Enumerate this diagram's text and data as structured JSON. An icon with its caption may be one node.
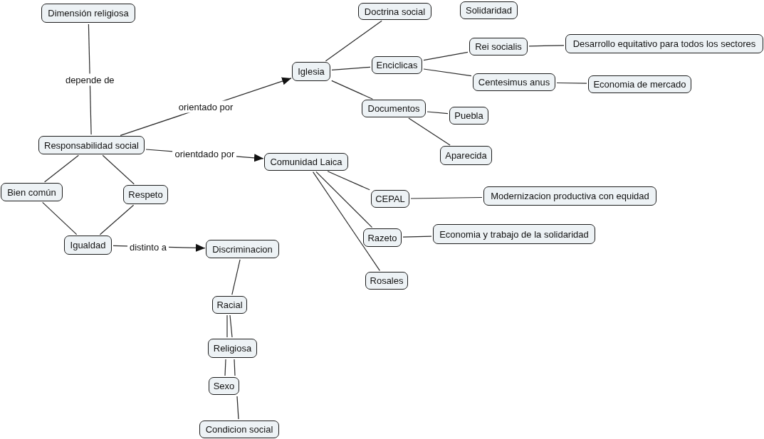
{
  "diagram": {
    "nodes": [
      {
        "text": [
          "Dimensión religiosa"
        ]
      },
      {
        "text": [
          "Responsabilidad social"
        ]
      },
      {
        "text": [
          "Iglesia"
        ]
      },
      {
        "text": [
          "Doctrina social"
        ]
      },
      {
        "text": [
          "Solidaridad"
        ]
      },
      {
        "text": [
          "Enciclicas"
        ]
      },
      {
        "text": [
          "Rei socialis"
        ]
      },
      {
        "text": [
          "Desarrollo equitativo para todos los sectores"
        ]
      },
      {
        "text": [
          "Centesimus anus"
        ]
      },
      {
        "text": [
          "Economia de mercado"
        ]
      },
      {
        "text": [
          "Documentos"
        ]
      },
      {
        "text": [
          "Puebla"
        ]
      },
      {
        "text": [
          "Aparecida"
        ]
      },
      {
        "text": [
          "Comunidad Laica"
        ]
      },
      {
        "text": [
          "CEPAL"
        ]
      },
      {
        "text": [
          "Modernizacion productiva con equidad"
        ]
      },
      {
        "text": [
          "Razeto"
        ]
      },
      {
        "text": [
          "Economia y trabajo de la solidaridad"
        ]
      },
      {
        "text": [
          "Rosales"
        ]
      },
      {
        "text": [
          "Bien común"
        ]
      },
      {
        "text": [
          "Respeto"
        ]
      },
      {
        "text": [
          "Igualdad"
        ]
      },
      {
        "text": [
          "Discriminacion"
        ]
      },
      {
        "text": [
          "Racial"
        ]
      },
      {
        "text": [
          "Religiosa"
        ]
      },
      {
        "text": [
          "Sexo"
        ]
      },
      {
        "text": [
          "Condicion social"
        ]
      }
    ],
    "edges": [
      {
        "from": 0,
        "to": 1,
        "arrow": "none",
        "label": "depende de"
      },
      {
        "from": 1,
        "to": 2,
        "arrow": "to",
        "label": "orientado por"
      },
      {
        "from": 1,
        "to": 13,
        "arrow": "to",
        "label": "orientdado por"
      },
      {
        "from": 2,
        "to": 3,
        "arrow": "none"
      },
      {
        "from": 2,
        "to": 5,
        "arrow": "none"
      },
      {
        "from": 2,
        "to": 10,
        "arrow": "none"
      },
      {
        "from": 5,
        "to": 6,
        "arrow": "none"
      },
      {
        "from": 5,
        "to": 8,
        "arrow": "none"
      },
      {
        "from": 6,
        "to": 7,
        "arrow": "none"
      },
      {
        "from": 8,
        "to": 9,
        "arrow": "none"
      },
      {
        "from": 10,
        "to": 11,
        "arrow": "none"
      },
      {
        "from": 10,
        "to": 12,
        "arrow": "none"
      },
      {
        "from": 13,
        "to": 14,
        "arrow": "none"
      },
      {
        "from": 13,
        "to": 16,
        "arrow": "none"
      },
      {
        "from": 13,
        "to": 18,
        "arrow": "none"
      },
      {
        "from": 14,
        "to": 15,
        "arrow": "none"
      },
      {
        "from": 16,
        "to": 17,
        "arrow": "none"
      },
      {
        "from": 1,
        "to": 19,
        "arrow": "none"
      },
      {
        "from": 1,
        "to": 20,
        "arrow": "none"
      },
      {
        "from": 19,
        "to": 21,
        "arrow": "none"
      },
      {
        "from": 20,
        "to": 21,
        "arrow": "none"
      },
      {
        "from": 21,
        "to": 22,
        "arrow": "to",
        "label": "distinto a"
      },
      {
        "from": 22,
        "to": 23,
        "arrow": "none"
      },
      {
        "from": 23,
        "to": 24,
        "arrow": "none"
      },
      {
        "from": 23,
        "to": 24,
        "arrow": "none"
      },
      {
        "from": 24,
        "to": 25,
        "arrow": "none"
      },
      {
        "from": 24,
        "to": 25,
        "arrow": "none"
      },
      {
        "from": 25,
        "to": 26,
        "arrow": "none"
      }
    ]
  }
}
